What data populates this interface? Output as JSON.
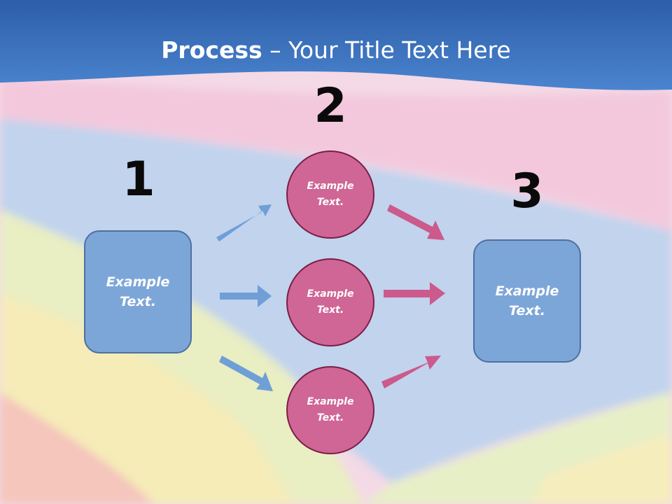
{
  "title": {
    "bold": "Process",
    "rest": " – Your Title Text Here"
  },
  "step_numbers": {
    "one": "1",
    "two": "2",
    "three": "3"
  },
  "left_box": {
    "text": "Example Text."
  },
  "circles": [
    {
      "text": "Example Text."
    },
    {
      "text": "Example Text."
    },
    {
      "text": "Example Text."
    }
  ],
  "right_box": {
    "text": "Example Text."
  },
  "colors": {
    "header_blue": "#3a6fb8",
    "box_blue": "#7da6d8",
    "circle_pink": "#cf6696",
    "arrow_blue": "#6f9fd6",
    "arrow_pink": "#cc5a8c"
  }
}
